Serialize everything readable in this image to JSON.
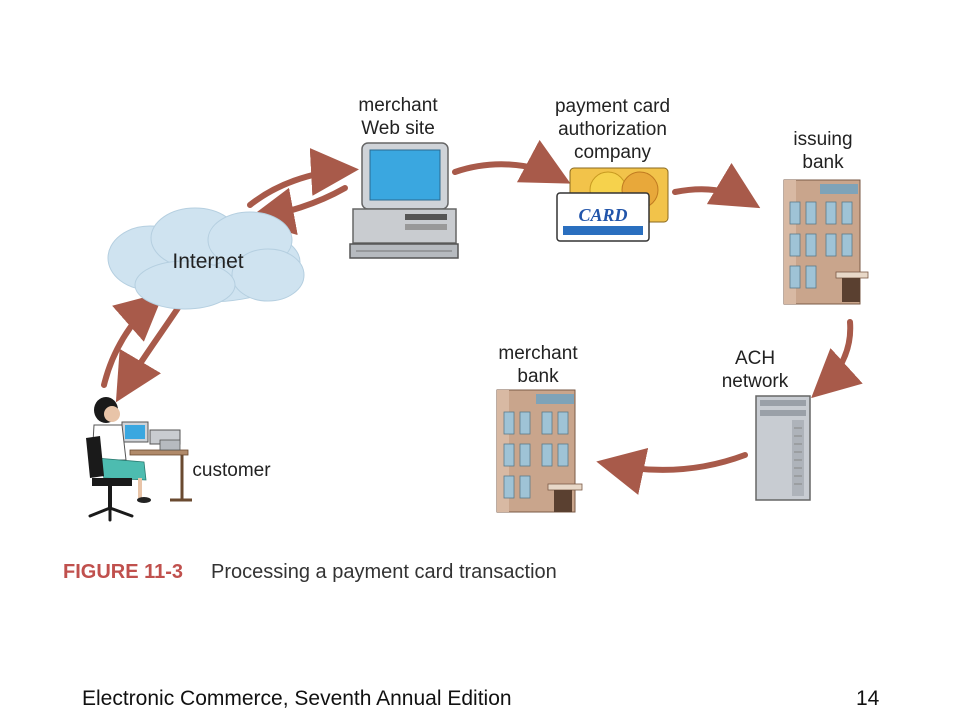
{
  "nodes": {
    "merchant_site": "merchant\nWeb site",
    "card_company": "payment card\nauthorization\ncompany",
    "issuing_bank": "issuing\nbank",
    "internet": "Internet",
    "ach": "ACH\nnetwork",
    "merchant_bank": "merchant\nbank",
    "customer": "customer"
  },
  "card_text": "CARD",
  "figure": {
    "number": "FIGURE 11-3",
    "caption": "Processing a payment card transaction"
  },
  "footer": {
    "title": "Electronic Commerce, Seventh Annual Edition",
    "page": "14"
  },
  "colors": {
    "arrow": "#a85a4a",
    "cloud": "#cfe3f0",
    "building": "#c9a58c",
    "figure_number": "#c0504d"
  }
}
